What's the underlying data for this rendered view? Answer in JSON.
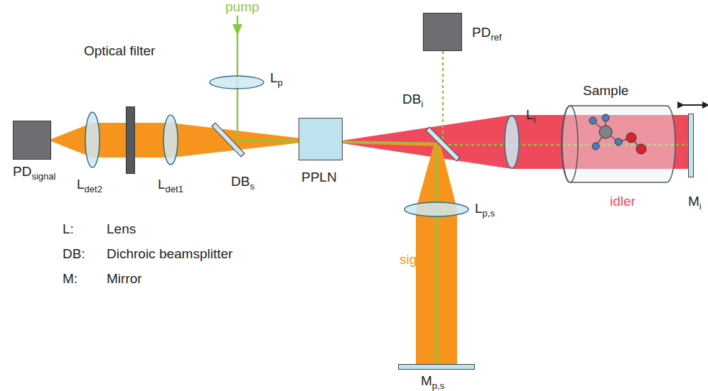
{
  "diagram": {
    "nodes": [
      {
        "text": [
          "PD",
          "signal"
        ]
      },
      {
        "text": [
          "L",
          "det2"
        ]
      },
      {
        "text": [
          "Optical filter"
        ]
      },
      {
        "text": [
          "L",
          "det1"
        ]
      },
      {
        "text": [
          "L",
          "p"
        ]
      },
      {
        "text": [
          "DB",
          "s"
        ]
      },
      {
        "text": [
          "PPLN"
        ]
      },
      {
        "text": [
          "PD",
          "ref"
        ]
      },
      {
        "text": [
          "DB",
          "i"
        ]
      },
      {
        "text": [
          "L",
          "i"
        ]
      },
      {
        "text": [
          "Sample"
        ]
      },
      {
        "text": [
          "M",
          "i"
        ]
      },
      {
        "text": [
          "L",
          "p,s"
        ]
      },
      {
        "text": [
          "M",
          "p,s"
        ]
      }
    ],
    "labels": [
      "pump",
      "idler",
      "signal",
      "L:",
      "Lens",
      "DB:",
      "Dichroic beamsplitter",
      "M:",
      "Mirror"
    ]
  }
}
